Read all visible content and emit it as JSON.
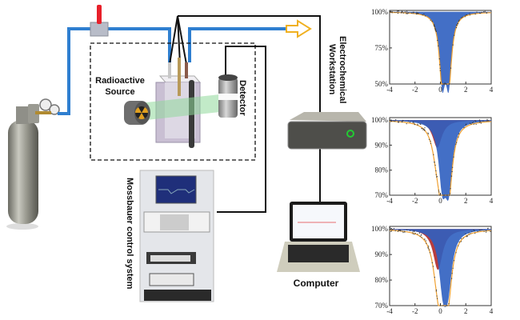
{
  "labels": {
    "radioactive_source_line1": "Radioactive",
    "radioactive_source_line2": "Source",
    "detector": "Detector",
    "workstation_line1": "Electrochemical",
    "workstation_line2": "Workstation",
    "mossbauer": "Mossbauer  control  system",
    "computer": "Computer"
  },
  "colors": {
    "gas_pipe": "#2f7fd0",
    "valve": "#e8202a",
    "outlet_arrow": "#f0b020",
    "wire": "#111111",
    "gamma_beam": "#8fd89a",
    "workstation_led": "#22cc33",
    "fit_line": "#f0a030",
    "subspectrum_red": "#b02828",
    "subspectrum_blue": "#2f5fc0"
  },
  "chart_data": [
    {
      "type": "area",
      "title": "",
      "xlabel": "",
      "ylabel": "",
      "xlim": [
        -4,
        4
      ],
      "ylim": [
        50,
        101
      ],
      "xticks": [
        "-4",
        "-2",
        "0",
        "2",
        "4"
      ],
      "yticks": [
        {
          "v": 100,
          "t": "100%"
        },
        {
          "v": 75,
          "t": "75%"
        },
        {
          "v": 50,
          "t": "50%"
        }
      ],
      "series": [
        {
          "name": "doublet-blue",
          "color": "#2f5fc0",
          "peaks": [
            {
              "x": 0.15,
              "depth": 45,
              "w": 0.28
            },
            {
              "x": 0.65,
              "depth": 45,
              "w": 0.28
            }
          ]
        }
      ],
      "fit_depth_note": "transmission min ~55%"
    },
    {
      "type": "area",
      "xlim": [
        -4,
        4
      ],
      "ylim": [
        70,
        101
      ],
      "xticks": [
        "-4",
        "-2",
        "0",
        "2",
        "4"
      ],
      "yticks": [
        {
          "v": 100,
          "t": "100%"
        },
        {
          "v": 90,
          "t": "90%"
        },
        {
          "v": 80,
          "t": "80%"
        },
        {
          "v": 70,
          "t": "70%"
        }
      ],
      "series": [
        {
          "name": "singlet-red",
          "color": "#b02828",
          "peaks": [
            {
              "x": -0.25,
              "depth": 11,
              "w": 0.45
            }
          ]
        },
        {
          "name": "doublet-blue",
          "color": "#2f5fc0",
          "peaks": [
            {
              "x": 0.15,
              "depth": 23,
              "w": 0.35
            },
            {
              "x": 0.65,
              "depth": 24,
              "w": 0.35
            }
          ]
        }
      ]
    },
    {
      "type": "area",
      "xlim": [
        -4,
        4
      ],
      "ylim": [
        70,
        101
      ],
      "xticks": [
        "-4",
        "-2",
        "0",
        "2",
        "4"
      ],
      "yticks": [
        {
          "v": 100,
          "t": "100%"
        },
        {
          "v": 90,
          "t": "90%"
        },
        {
          "v": 80,
          "t": "80%"
        },
        {
          "v": 70,
          "t": "70%"
        }
      ],
      "series": [
        {
          "name": "singlet-red",
          "color": "#b02828",
          "peaks": [
            {
              "x": -0.2,
              "depth": 16,
              "w": 0.45
            }
          ]
        },
        {
          "name": "doublet-blue",
          "color": "#2f5fc0",
          "peaks": [
            {
              "x": 0.2,
              "depth": 20,
              "w": 0.38
            },
            {
              "x": 0.6,
              "depth": 19,
              "w": 0.38
            }
          ]
        }
      ]
    }
  ]
}
